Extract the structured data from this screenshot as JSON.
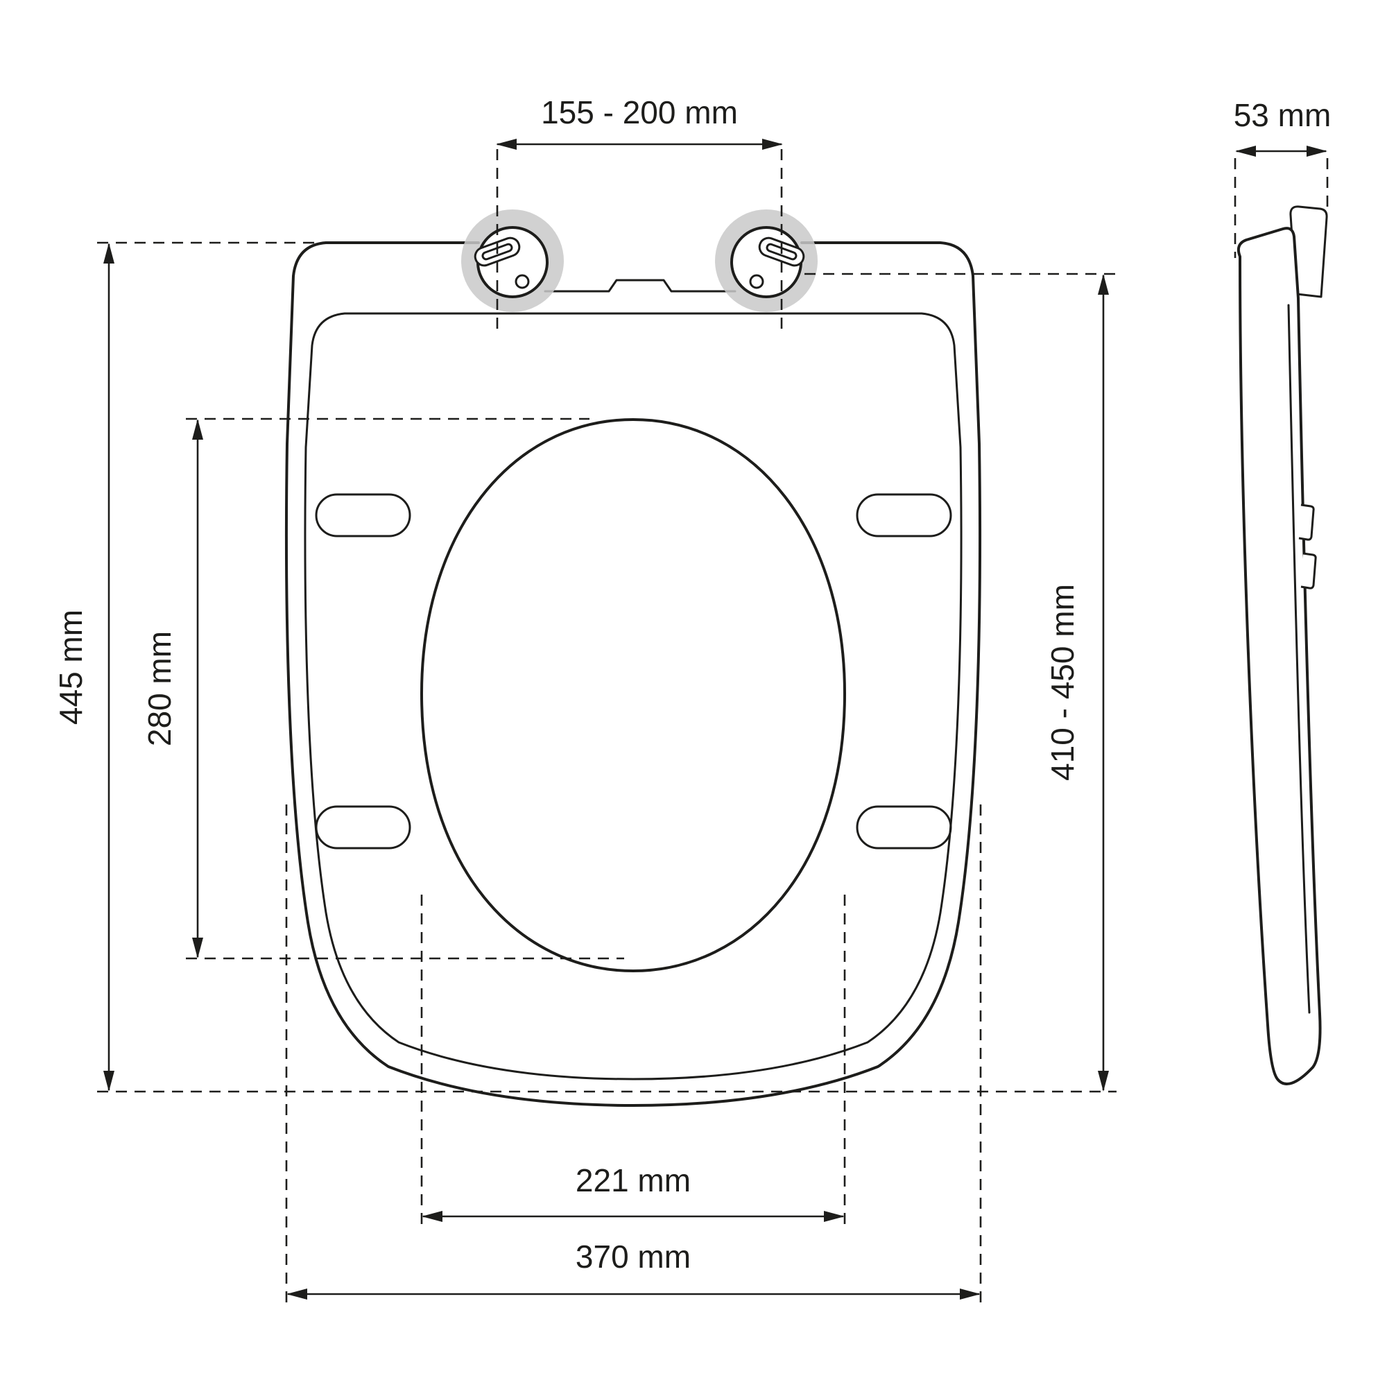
{
  "diagram": {
    "subject": "toilet-seat-dimension-drawing",
    "colors": {
      "line": "#1d1d1b",
      "hinge_highlight": "#c9c9c9",
      "background": "#ffffff"
    },
    "dimensions": {
      "hinge_spacing": "155 - 200 mm",
      "thickness": "53 mm",
      "overall_length": "445 mm",
      "inner_length": "280 mm",
      "installation_length": "410 - 450 mm",
      "inner_width": "221 mm",
      "overall_width": "370 mm"
    }
  }
}
